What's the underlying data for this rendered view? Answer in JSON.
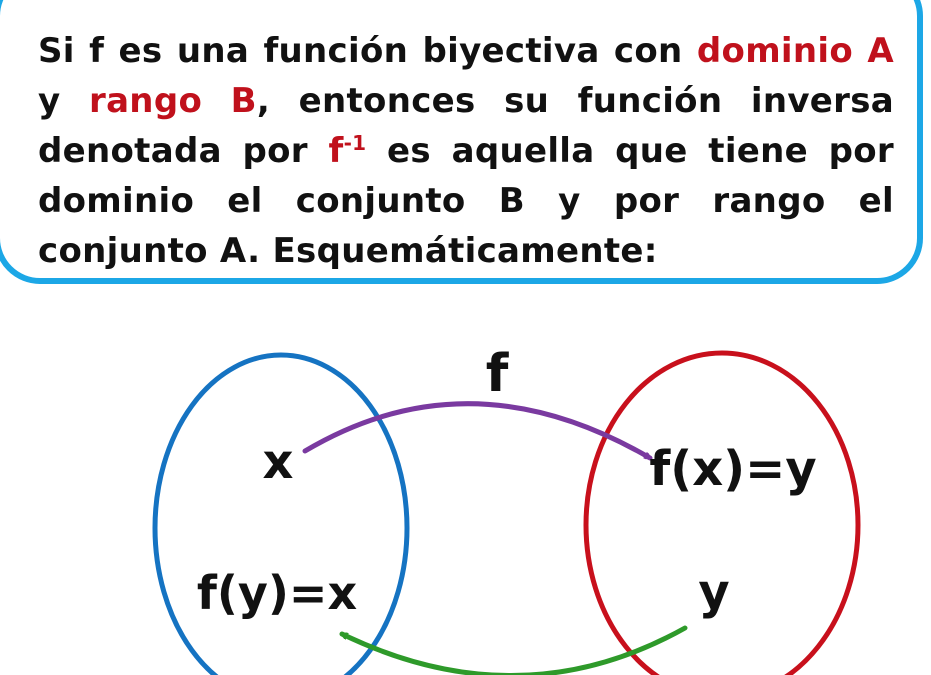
{
  "definition": {
    "segments": [
      {
        "text": "Si f es una función biyectiva con ",
        "style": "normal"
      },
      {
        "text": "dominio A",
        "style": "highlight"
      },
      {
        "text": " y ",
        "style": "normal"
      },
      {
        "text": "rango B",
        "style": "highlight"
      },
      {
        "text": ", entonces su función inversa denotada por ",
        "style": "normal"
      },
      {
        "text": "f",
        "style": "highlight",
        "sup": "-1"
      },
      {
        "text": "  es aquella que tiene por dominio el conjunto B y por rango el conjunto A. Esquemáticamente:",
        "style": "normal"
      }
    ]
  },
  "diagram": {
    "arrow_label": "f",
    "left_set": {
      "top_label": "x",
      "bottom_label": "f(y)=x"
    },
    "right_set": {
      "top_label": "f(x)=y",
      "bottom_label": "y"
    }
  },
  "colors": {
    "box_border": "#1ca7e6",
    "highlight": "#c0111c",
    "left_set": "#1573c2",
    "right_set": "#c8101c",
    "arrow_f": "#7a3aa0",
    "arrow_inverse": "#2e9a2a",
    "text": "#111111"
  }
}
